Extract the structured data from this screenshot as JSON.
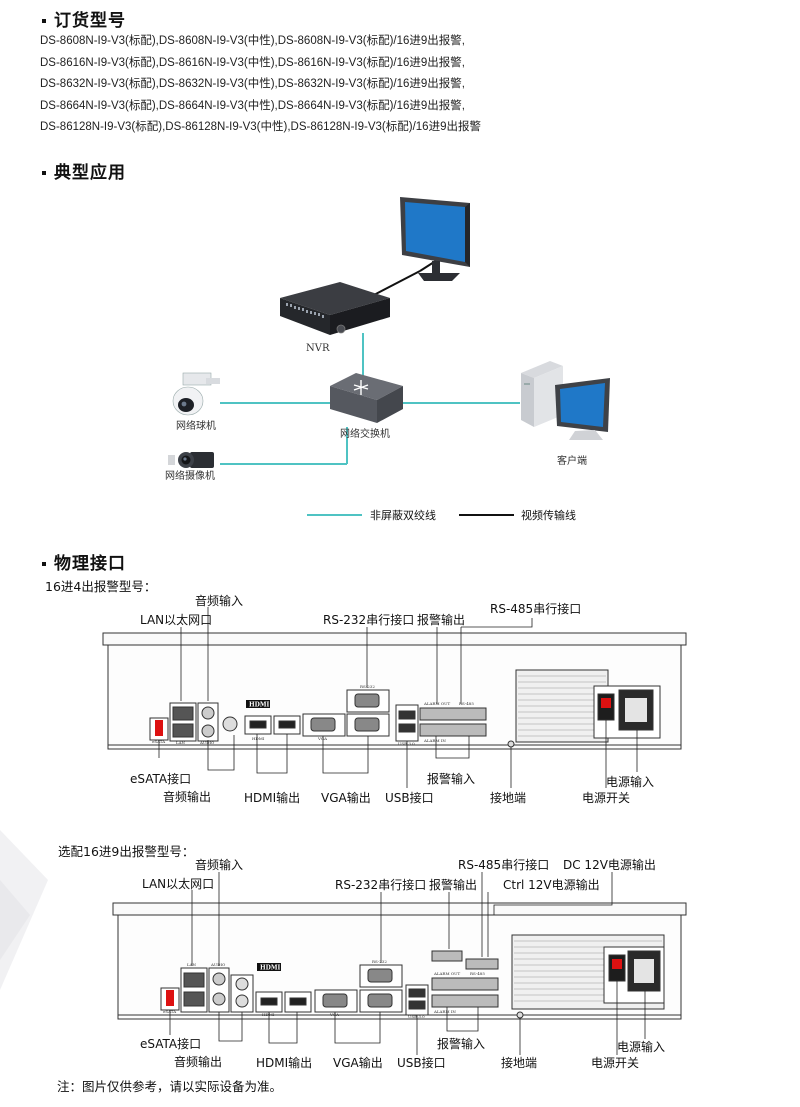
{
  "order": {
    "title": "订货型号",
    "lines": [
      "DS-8608N-I9-V3(标配),DS-8608N-I9-V3(中性),DS-8608N-I9-V3(标配)/16进9出报警,",
      "DS-8616N-I9-V3(标配),DS-8616N-I9-V3(中性),DS-8616N-I9-V3(标配)/16进9出报警,",
      "DS-8632N-I9-V3(标配),DS-8632N-I9-V3(中性),DS-8632N-I9-V3(标配)/16进9出报警,",
      "DS-8664N-I9-V3(标配),DS-8664N-I9-V3(中性),DS-8664N-I9-V3(标配)/16进9出报警,",
      "DS-86128N-I9-V3(标配),DS-86128N-I9-V3(中性),DS-86128N-I9-V3(标配)/16进9出报警"
    ]
  },
  "application": {
    "title": "典型应用",
    "nvr": "NVR",
    "switch": "网络交换机",
    "dome": "网络球机",
    "camera": "网络摄像机",
    "client": "客户端",
    "legend_utp": "非屏蔽双绞线",
    "legend_video": "视频传输线"
  },
  "interfaces": {
    "title": "物理接口",
    "model1": {
      "subtitle": "16进4出报警型号：",
      "labels": {
        "audio_in": "音频输入",
        "lan": "LAN以太网口",
        "rs232": "RS-232串行接口",
        "alarm_out": "报警输出",
        "rs485": "RS-485串行接口",
        "esata": "eSATA接口",
        "audio_out": "音频输出",
        "hdmi": "HDMI输出",
        "vga": "VGA输出",
        "usb": "USB接口",
        "alarm_in": "报警输入",
        "ground": "接地端",
        "power_in": "电源输入",
        "power_switch": "电源开关"
      },
      "panel": {
        "lan": "LAN",
        "audio": "AUDIO",
        "esata": "eSATA",
        "hdmi": "HDMI",
        "vga": "VGA",
        "usb": "USB 3.0",
        "rs232": "RS-232",
        "alarm_out": "ALARM OUT",
        "alarm_in": "ALARM IN",
        "rs485": "RS-485",
        "hdmi_logo": "HDMI"
      }
    },
    "model2": {
      "subtitle": "选配16进9出报警型号：",
      "labels": {
        "audio_in": "音频输入",
        "lan": "LAN以太网口",
        "rs485": "RS-485串行接口",
        "dc12v": "DC 12V电源输出",
        "rs232": "RS-232串行接口",
        "alarm_out": "报警输出",
        "ctrl12v": "Ctrl 12V电源输出",
        "esata": "eSATA接口",
        "audio_out": "音频输出",
        "hdmi": "HDMI输出",
        "vga": "VGA输出",
        "usb": "USB接口",
        "alarm_in": "报警输入",
        "ground": "接地端",
        "power_in": "电源输入",
        "power_switch": "电源开关"
      },
      "panel": {
        "lan": "LAN",
        "audio": "AUDIO",
        "esata": "eSATA",
        "hdmi": "HDMI",
        "vga": "VGA",
        "usb": "USB 3.0",
        "rs232": "RS-232",
        "alarm_out": "ALARM OUT",
        "alarm_in": "ALARM IN",
        "rs485": "RS-485",
        "hdmi_logo": "HDMI"
      }
    }
  },
  "note": "注：图片仅供参考，请以实际设备为准。",
  "colors": {
    "utp_line": "#4fc3c3",
    "video_line": "#111111",
    "monitor_screen": "#1f78c8",
    "device_dark": "#2e2e33",
    "panel_gray": "#f2f2f2"
  }
}
